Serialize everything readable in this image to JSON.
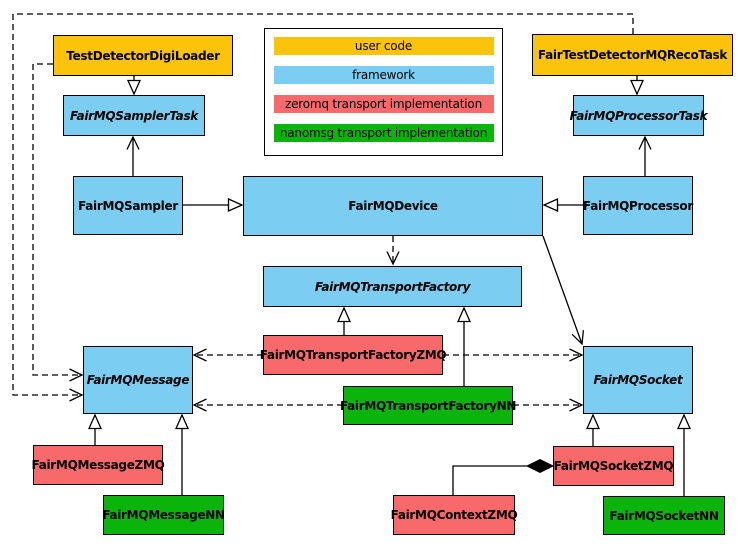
{
  "diagram_type": "uml-class-diagram",
  "colors": {
    "user_code": "#FCC30B",
    "framework": "#7BCDF1",
    "zeromq": "#F8696B",
    "nanomsg": "#0BB40B",
    "line": "#000000",
    "background": "#FFFFFF"
  },
  "legend": {
    "items": [
      {
        "label": "user code",
        "color": "#FCC30B"
      },
      {
        "label": "framework",
        "color": "#7BCDF1"
      },
      {
        "label": "zeromq transport implementation",
        "color": "#F8696B"
      },
      {
        "label": "nanomsg transport implementation",
        "color": "#0BB40B"
      }
    ]
  },
  "nodes": {
    "TestDetectorDigiLoader": "TestDetectorDigiLoader",
    "FairTestDetectorMQRecoTask": "FairTestDetectorMQRecoTask",
    "FairMQSamplerTask": "FairMQSamplerTask",
    "FairMQProcessorTask": "FairMQProcessorTask",
    "FairMQSampler": "FairMQSampler",
    "FairMQDevice": "FairMQDevice",
    "FairMQProcessor": "FairMQProcessor",
    "FairMQTransportFactory": "FairMQTransportFactory",
    "FairMQTransportFactoryZMQ": "FairMQTransportFactoryZMQ",
    "FairMQTransportFactoryNN": "FairMQTransportFactoryNN",
    "FairMQMessage": "FairMQMessage",
    "FairMQSocket": "FairMQSocket",
    "FairMQMessageZMQ": "FairMQMessageZMQ",
    "FairMQMessageNN": "FairMQMessageNN",
    "FairMQContextZMQ": "FairMQContextZMQ",
    "FairMQSocketZMQ": "FairMQSocketZMQ",
    "FairMQSocketNN": "FairMQSocketNN"
  },
  "edges": [
    {
      "from": "TestDetectorDigiLoader",
      "to": "FairMQSamplerTask",
      "type": "generalization"
    },
    {
      "from": "FairTestDetectorMQRecoTask",
      "to": "FairMQProcessorTask",
      "type": "generalization"
    },
    {
      "from": "FairMQSampler",
      "to": "FairMQDevice",
      "type": "generalization"
    },
    {
      "from": "FairMQProcessor",
      "to": "FairMQDevice",
      "type": "generalization"
    },
    {
      "from": "FairMQSampler",
      "to": "FairMQSamplerTask",
      "type": "association"
    },
    {
      "from": "FairMQProcessor",
      "to": "FairMQProcessorTask",
      "type": "association"
    },
    {
      "from": "FairMQDevice",
      "to": "FairMQTransportFactory",
      "type": "dependency"
    },
    {
      "from": "FairMQDevice",
      "to": "FairMQSocket",
      "type": "association"
    },
    {
      "from": "FairMQTransportFactoryZMQ",
      "to": "FairMQTransportFactory",
      "type": "generalization"
    },
    {
      "from": "FairMQTransportFactoryNN",
      "to": "FairMQTransportFactory",
      "type": "generalization"
    },
    {
      "from": "FairMQTransportFactoryZMQ",
      "to": "FairMQMessage",
      "type": "dependency"
    },
    {
      "from": "FairMQTransportFactoryZMQ",
      "to": "FairMQSocket",
      "type": "dependency"
    },
    {
      "from": "FairMQTransportFactoryNN",
      "to": "FairMQMessage",
      "type": "dependency"
    },
    {
      "from": "FairMQTransportFactoryNN",
      "to": "FairMQSocket",
      "type": "dependency"
    },
    {
      "from": "TestDetectorDigiLoader",
      "to": "FairMQMessage",
      "type": "dependency"
    },
    {
      "from": "FairTestDetectorMQRecoTask",
      "to": "FairMQMessage",
      "type": "dependency"
    },
    {
      "from": "FairMQMessageZMQ",
      "to": "FairMQMessage",
      "type": "generalization"
    },
    {
      "from": "FairMQMessageNN",
      "to": "FairMQMessage",
      "type": "generalization"
    },
    {
      "from": "FairMQSocketZMQ",
      "to": "FairMQSocket",
      "type": "generalization"
    },
    {
      "from": "FairMQSocketNN",
      "to": "FairMQSocket",
      "type": "generalization"
    },
    {
      "from": "FairMQContextZMQ",
      "to": "FairMQSocketZMQ",
      "type": "composition"
    }
  ]
}
